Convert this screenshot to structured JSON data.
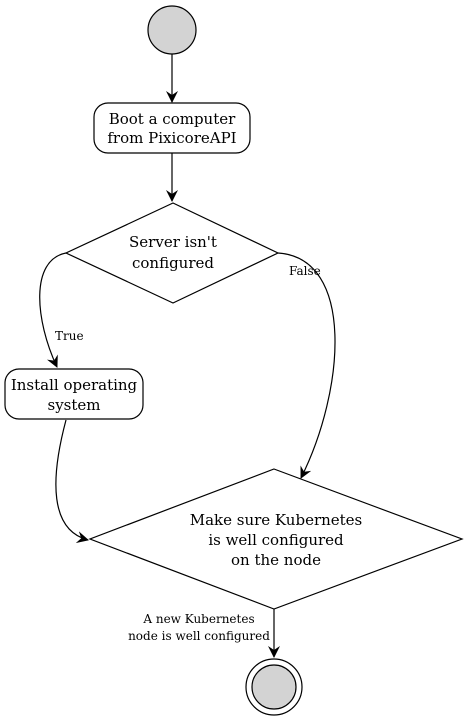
{
  "colors": {
    "start_fill": "#d3d3d3",
    "end_fill": "#d3d3d3",
    "box_fill": "#ffffff",
    "stroke": "#000000"
  },
  "nodes": {
    "start": {
      "icon": "start-node-circle"
    },
    "boot": {
      "line1": "Boot a computer",
      "line2": "from PixicoreAPI"
    },
    "decision_configured": {
      "line1": "Server isn't",
      "line2": "configured"
    },
    "install": {
      "line1": "Install operating",
      "line2": "system"
    },
    "decision_k8s": {
      "line1": "Make sure Kubernetes",
      "line2": "is well configured",
      "line3": "on the node"
    },
    "end": {
      "icon": "end-node-circle"
    }
  },
  "edges": {
    "true_label": "True",
    "false_label": "False",
    "final_label_line1": "A new Kubernetes",
    "final_label_line2": "node is well configured"
  }
}
